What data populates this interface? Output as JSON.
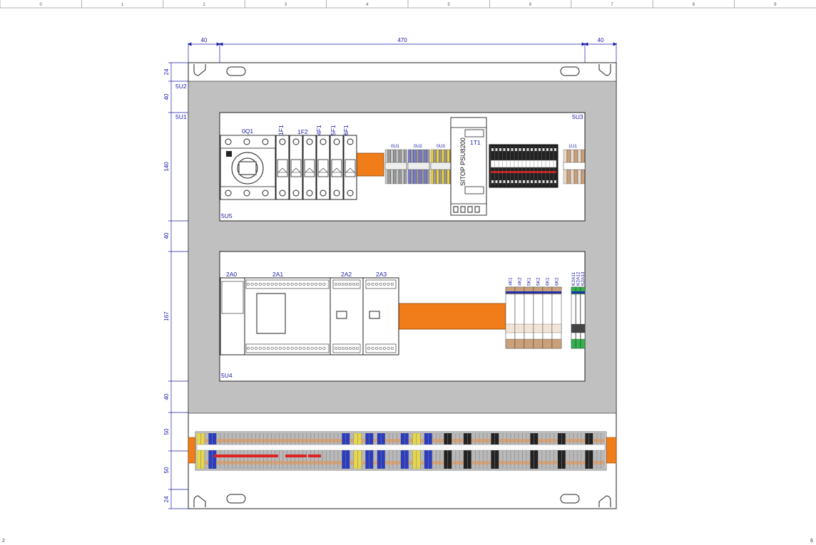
{
  "sheet": {
    "column_numbers": [
      "0",
      "1",
      "2",
      "3",
      "4",
      "5",
      "6",
      "7",
      "8",
      "9"
    ],
    "corner_left": "2",
    "corner_right": "6"
  },
  "dimensions": {
    "top": [
      "40",
      "470",
      "40"
    ],
    "left": [
      "24",
      "40",
      "140",
      "40",
      "167",
      "40",
      "50",
      "50",
      "24"
    ]
  },
  "rails": {
    "top_u2": "5U2",
    "top_u1": "5U1",
    "upper_duct_tag": "5U3",
    "upper_frame": "5U5",
    "lower_frame": "5U4"
  },
  "upper_devices": {
    "switch": "0Q1",
    "breakers": [
      "1F1",
      "1F2",
      "4F1",
      "5F1",
      "6F1"
    ],
    "terminals": [
      "0U1",
      "0U2",
      "0U3"
    ],
    "psu_tag": "1T1",
    "psu_label": "SITOP PSU8200",
    "relay_block": "1U1"
  },
  "lower_devices": {
    "plc": [
      "2A0",
      "2A1",
      "2A2",
      "2A3"
    ],
    "relays": [
      "4K1",
      "4K2",
      "5K1",
      "5K2",
      "6K1",
      "6K2",
      "K2A11",
      "K2A12",
      "K2A13"
    ]
  }
}
